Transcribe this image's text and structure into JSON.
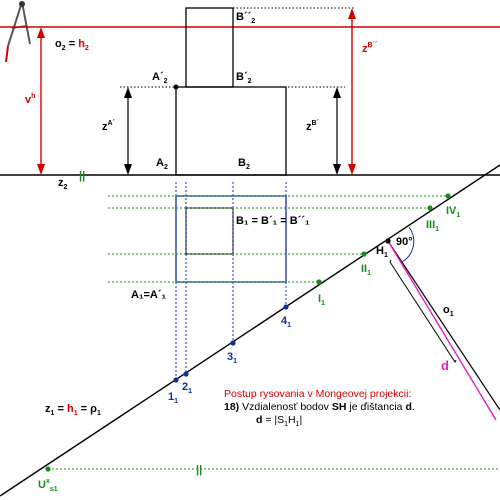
{
  "colors": {
    "red": "#d40000",
    "blue": "#1030a0",
    "green": "#1a8a1a",
    "magenta": "#e020c0",
    "black": "#000000"
  },
  "icons": {
    "compass": "compass-icon"
  },
  "labels": {
    "b2_top": {
      "main": "B´´",
      "sub": "2"
    },
    "o2_eq": {
      "a": "o",
      "a_sub": "2",
      "eq": " = ",
      "b": "h",
      "b_sub": "2"
    },
    "zB_right": {
      "main": "z",
      "sup": "B´´"
    },
    "vh": {
      "main": "v",
      "sup": "h"
    },
    "a2_prime": {
      "main": "A´",
      "sub": "2"
    },
    "b2_prime": {
      "main": "B´",
      "sub": "2"
    },
    "zA": {
      "main": "z",
      "sup": "A´"
    },
    "zB": {
      "main": "z",
      "sup": "B´"
    },
    "a2": {
      "main": "A",
      "sub": "2"
    },
    "b2": {
      "main": "B",
      "sub": "2"
    },
    "z2": {
      "main": "z",
      "sub": "2"
    },
    "iv1": {
      "main": "IV",
      "sub": "1"
    },
    "iii1": {
      "main": "III",
      "sub": "1"
    },
    "b1_eq": "B₁ = B´₁ = B´´₁",
    "h1": {
      "main": "H",
      "sub": "1"
    },
    "angle90": "90°",
    "ii1": {
      "main": "II",
      "sub": "1"
    },
    "i1": {
      "main": "I",
      "sub": "1"
    },
    "a1_eq": "A₁=A´₁",
    "o1": {
      "main": "o",
      "sub": "1"
    },
    "n4": {
      "main": "4",
      "sub": "1"
    },
    "n3": {
      "main": "3",
      "sub": "1"
    },
    "n2": {
      "main": "2",
      "sub": "1"
    },
    "n1": {
      "main": "1",
      "sub": "1"
    },
    "d": "d",
    "z1_eq": {
      "a": "z",
      "a_sub": "1",
      "eq1": " = ",
      "b": "h",
      "b_sub": "1",
      "eq2": " = ",
      "c": "ρ",
      "c_sub": "1"
    },
    "ux": {
      "main": "U",
      "sup": "x",
      "sub": "s1"
    },
    "parallel_mark": "||"
  },
  "panel": {
    "title": "Postup rysovania v Mongeovej projekcii:",
    "step_no": "18)",
    "step_a": " Vzdialenosť bodov ",
    "step_sh": "SH",
    "step_b": " je ďištancia ",
    "step_d": "d",
    "step_end": ".",
    "formula_a": "d",
    "formula_b": " = |S",
    "formula_s_sub": "1",
    "formula_c": "H",
    "formula_h_sub": "1",
    "formula_d": "|"
  }
}
